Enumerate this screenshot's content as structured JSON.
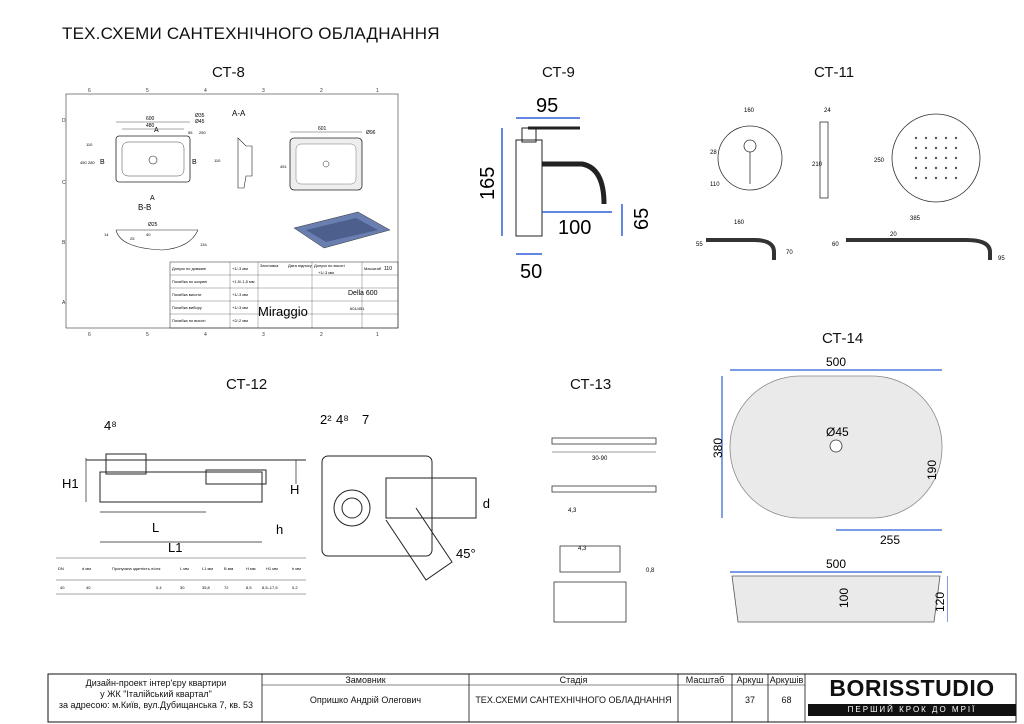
{
  "sheet_title": "ТЕХ.СХЕМИ САНТЕХНІЧНОГО ОБЛАДНАННЯ",
  "labels": {
    "ct8": "СТ-8",
    "ct9": "СТ-9",
    "ct11": "СТ-11",
    "ct12": "СТ-12",
    "ct13": "СТ-13",
    "ct14": "СТ-14"
  },
  "ct8": {
    "section": "A-A",
    "a_top": "A",
    "a_bot": "A",
    "b_left": "B",
    "b_right": "B",
    "bb": "B-B",
    "dims": {
      "d600": "600",
      "d480": "480",
      "d35": "Ø35",
      "d45": "Ø45",
      "d55": "55",
      "d250": "250",
      "d110": "110",
      "d450": "450",
      "d280": "280",
      "d601": "601",
      "d451": "451",
      "d96": "Ø96",
      "d25": "Ø25",
      "d40": "40",
      "d134": "134",
      "d14": "14",
      "d25b": "25",
      "d110b": "110"
    },
    "table": [
      [
        "Допуск по довжині",
        "+1/-3 мм",
        "Заготовка",
        "Дата підпису",
        "Допуск по висоті",
        "Масштаб",
        "110"
      ],
      [
        "Похибка по ширині",
        "+1,5/-1,5 мм",
        "",
        "",
        "+1/-3 мм",
        "Della 600",
        ""
      ],
      [
        "Похибка висоти",
        "+1/-3 мм",
        "",
        "",
        "",
        "",
        ""
      ],
      [
        "Похибка вибору",
        "+1/-3 мм",
        "",
        "",
        "",
        "601/451",
        ""
      ],
      [
        "Похибка по висоті",
        "+2/-2 мм",
        "",
        "",
        "",
        "",
        ""
      ]
    ],
    "brand": "Miraggio",
    "model": "Della 600",
    "size": "601/451",
    "grid_top": [
      "6",
      "5",
      "4",
      "3",
      "2",
      "1"
    ],
    "grid_side": [
      "D",
      "C",
      "B",
      "A"
    ]
  },
  "ct9": {
    "d95": "95",
    "d165": "165",
    "d100": "100",
    "d65": "65",
    "d50": "50"
  },
  "ct11": {
    "d160": "160",
    "d28": "28",
    "d110": "110",
    "d24": "24",
    "d210": "210",
    "d250": "250",
    "d160b": "160",
    "d55": "55",
    "d70": "70",
    "d385": "385",
    "d60": "60",
    "d20": "20",
    "d95": "95"
  },
  "ct12": {
    "d48": "4⁸",
    "d22": "2²",
    "d48b": "4⁸",
    "d7": "7",
    "H1": "H1",
    "H": "H",
    "h": "h",
    "L": "L",
    "L1": "L1",
    "d": "d",
    "angle": "45°",
    "table_header": [
      "DN",
      "d мм",
      "Пропускна здатність л/сек",
      "L мм",
      "L1 мм",
      "B мм",
      "H мм",
      "H1 мм",
      "h мм"
    ],
    "table_row": [
      "40",
      "40",
      "0,4",
      "30",
      "35,8",
      "72",
      "8,5",
      "8,5–17,5",
      "0,2"
    ]
  },
  "ct13": {
    "d3090": "30-90",
    "d43": "4,3",
    "d43b": "4,3",
    "d08": "0,8"
  },
  "ct14": {
    "d500": "500",
    "d380": "380",
    "d45": "Ø45",
    "d190": "190",
    "d255": "255",
    "d500b": "500",
    "d100": "100",
    "d120": "120"
  },
  "title_block": {
    "project": "Дизайн-проект інтер'єру квартири",
    "complex": "у ЖК \"Італійський квартал\"",
    "address": "за адресою: м.Київ, вул.Дубищанська 7, кв. 53",
    "customer_header": "Замовник",
    "customer": "Опришко Андрій Олегович",
    "stage_header": "Стадія",
    "stage": "ТЕХ.СХЕМИ САНТЕХНІЧНОГО ОБЛАДНАННЯ",
    "scale_header": "Масштаб",
    "sheet_header": "Аркуш",
    "sheets_header": "Аркушів",
    "sheet": "37",
    "sheets": "68"
  },
  "brand": {
    "name": "BORISSTUDIO",
    "tagline": "ПЕРШИЙ КРОК ДО МРІЇ"
  }
}
